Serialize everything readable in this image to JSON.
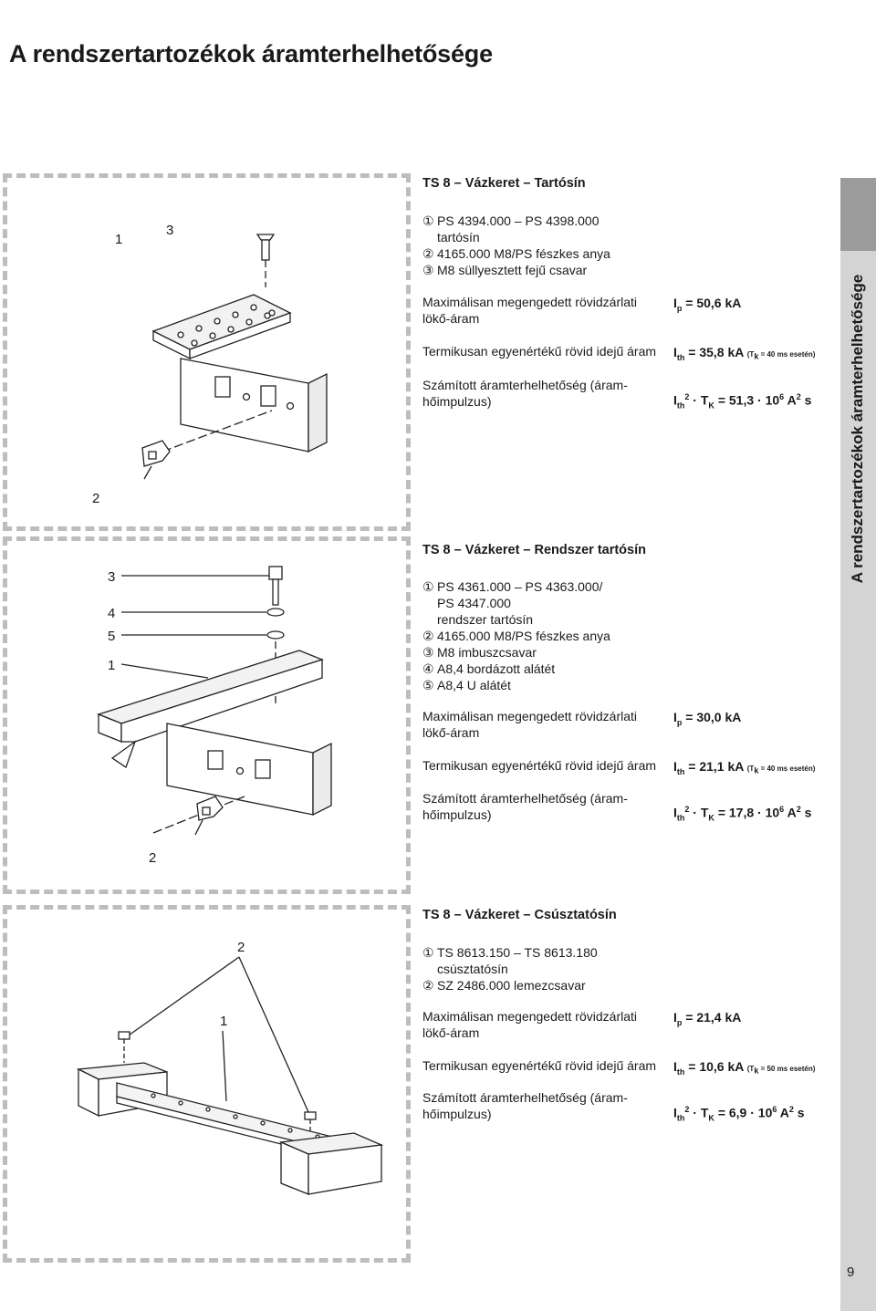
{
  "page": {
    "title": "A rendszertartozékok áramterhelhetősége",
    "side_label": "A rendszertartozékok áramterhelhetősége",
    "page_number": "9"
  },
  "labels": {
    "ip": "Maximálisan megengedett rövidzárlati lökő-áram",
    "ith": "Termikusan egyenértékű rövid idejű áram",
    "calc": "Számított áramterhelhetőség (áram-hőimpulzus)"
  },
  "symbols": {
    "I": "I",
    "p": "p",
    "th": "th",
    "TK": "T",
    "K": "K",
    "sq": "2",
    "six": "6",
    "A": "A",
    "s": "s",
    "ten": "10",
    "tk_note_pre": "(T",
    "tk_note_sub": "k"
  },
  "sections": [
    {
      "heading": "TS 8 – Vázkeret – Tartósín",
      "parts": [
        {
          "num": "①",
          "text": "PS 4394.000 – PS 4398.000"
        },
        {
          "num": "",
          "text": "tartósín"
        },
        {
          "num": "②",
          "text": "4165.000 M8/PS fészkes anya"
        },
        {
          "num": "③",
          "text": "M8 süllyesztett fejű csavar"
        }
      ],
      "callouts": [
        "1",
        "3",
        "2"
      ],
      "ip_value": "= 50,6 kA",
      "ith_value": "= 35,8 kA",
      "ith_note": "= 40 ms esetén)",
      "calc_value": "= 51,3"
    },
    {
      "heading": "TS 8 – Vázkeret – Rendszer tartósín",
      "parts": [
        {
          "num": "①",
          "text": "PS 4361.000 – PS 4363.000/"
        },
        {
          "num": "",
          "text": "PS 4347.000"
        },
        {
          "num": "",
          "text": "rendszer tartósín"
        },
        {
          "num": "②",
          "text": "4165.000 M8/PS fészkes anya"
        },
        {
          "num": "③",
          "text": "M8 imbuszcsavar"
        },
        {
          "num": "④",
          "text": "A8,4 bordázott alátét"
        },
        {
          "num": "⑤",
          "text": "A8,4 U alátét"
        }
      ],
      "callouts": [
        "3",
        "4",
        "5",
        "1",
        "2"
      ],
      "ip_value": "= 30,0 kA",
      "ith_value": "= 21,1 kA",
      "ith_note": "= 40 ms esetén)",
      "calc_value": "= 17,8"
    },
    {
      "heading": "TS 8 – Vázkeret – Csúsztatósín",
      "parts": [
        {
          "num": "①",
          "text": "TS 8613.150 – TS 8613.180"
        },
        {
          "num": "",
          "text": "csúsztatósín"
        },
        {
          "num": "②",
          "text": "SZ 2486.000 lemezcsavar"
        }
      ],
      "callouts": [
        "2",
        "1"
      ],
      "ip_value": "= 21,4 kA",
      "ith_value": "= 10,6 kA",
      "ith_note": "= 50 ms esetén)",
      "calc_value": "= 6,9"
    }
  ]
}
